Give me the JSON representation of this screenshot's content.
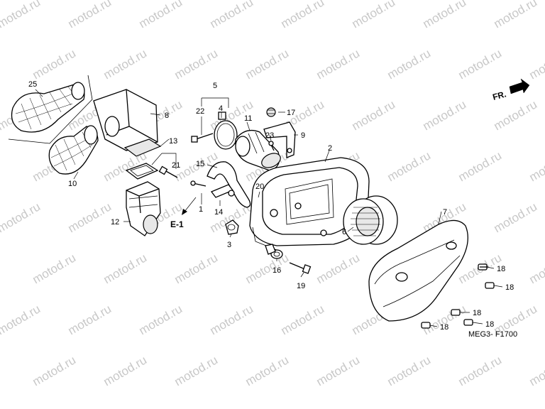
{
  "watermark": {
    "text": "motod.ru"
  },
  "direction": {
    "label": "FR."
  },
  "reference": {
    "label": "E-1"
  },
  "diagram_code": "MEG3- F1700",
  "callouts": {
    "p1": "1",
    "p2": "2",
    "p3": "3",
    "p4": "4",
    "p5": "5",
    "p6": "6",
    "p7": "7",
    "p8": "8",
    "p9": "9",
    "p10": "10",
    "p11": "11",
    "p12": "12",
    "p13": "13",
    "p14": "14",
    "p15": "15",
    "p16": "16",
    "p17": "17",
    "p18": "18",
    "p19": "19",
    "p20": "20",
    "p21": "21",
    "p22": "22",
    "p23": "23",
    "p25": "25"
  }
}
